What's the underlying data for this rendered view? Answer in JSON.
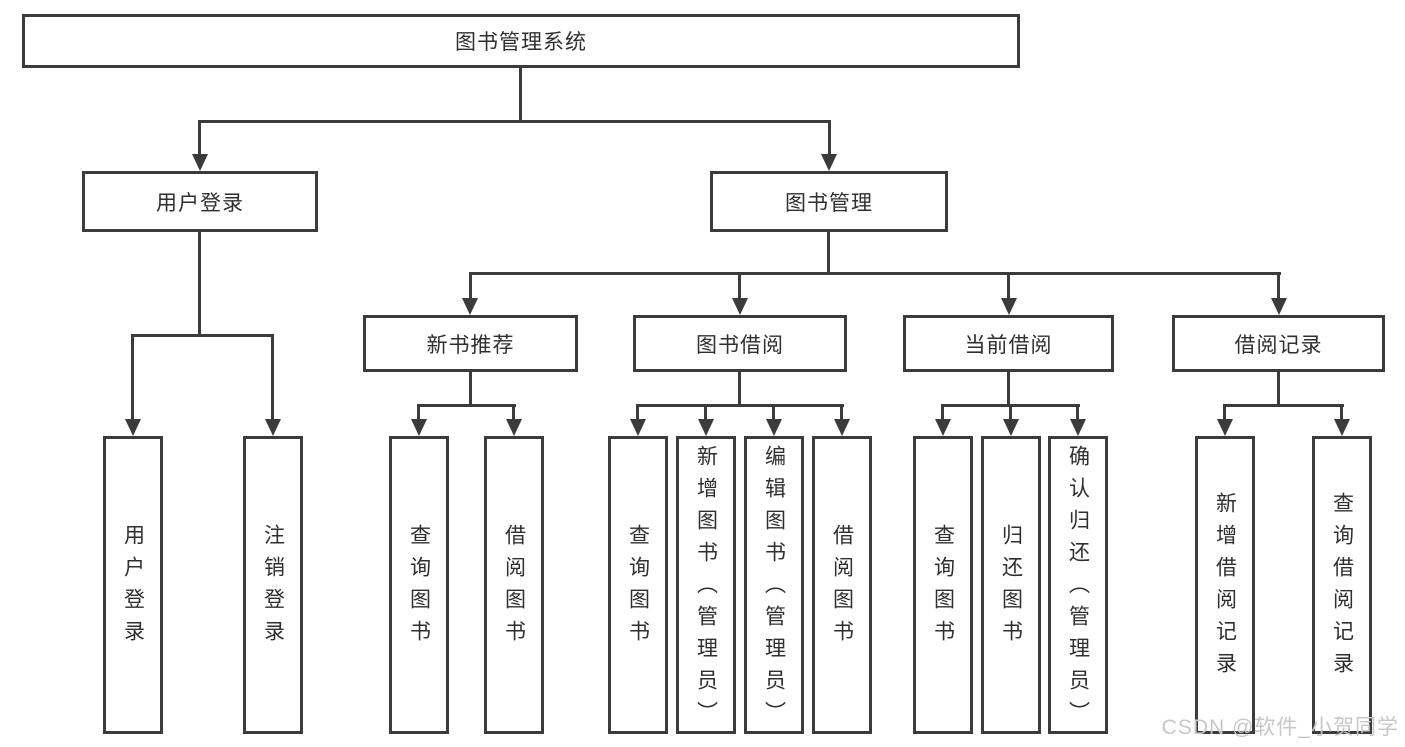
{
  "tree": {
    "label": "图书管理系统",
    "children": [
      {
        "label": "用户登录",
        "children": [
          {
            "label": "用户登录"
          },
          {
            "label": "注销登录"
          }
        ]
      },
      {
        "label": "图书管理",
        "children": [
          {
            "label": "新书推荐",
            "children": [
              {
                "label": "查询图书"
              },
              {
                "label": "借阅图书"
              }
            ]
          },
          {
            "label": "图书借阅",
            "children": [
              {
                "label": "查询图书"
              },
              {
                "label": "新增图书（管理员）"
              },
              {
                "label": "编辑图书（管理员）"
              },
              {
                "label": "借阅图书"
              }
            ]
          },
          {
            "label": "当前借阅",
            "children": [
              {
                "label": "查询图书"
              },
              {
                "label": "归还图书"
              },
              {
                "label": "确认归还（管理员）"
              }
            ]
          },
          {
            "label": "借阅记录",
            "children": [
              {
                "label": "新增借阅记录"
              },
              {
                "label": "查询借阅记录"
              }
            ]
          }
        ]
      }
    ]
  },
  "watermark": {
    "text": "CSDN @软件_小贺同学"
  },
  "colors": {
    "line": "#3b3b3b",
    "box_border": "#3b3b3b",
    "text": "#2f2f2f",
    "background": "#ffffff",
    "watermark": "#c7c7c7"
  }
}
